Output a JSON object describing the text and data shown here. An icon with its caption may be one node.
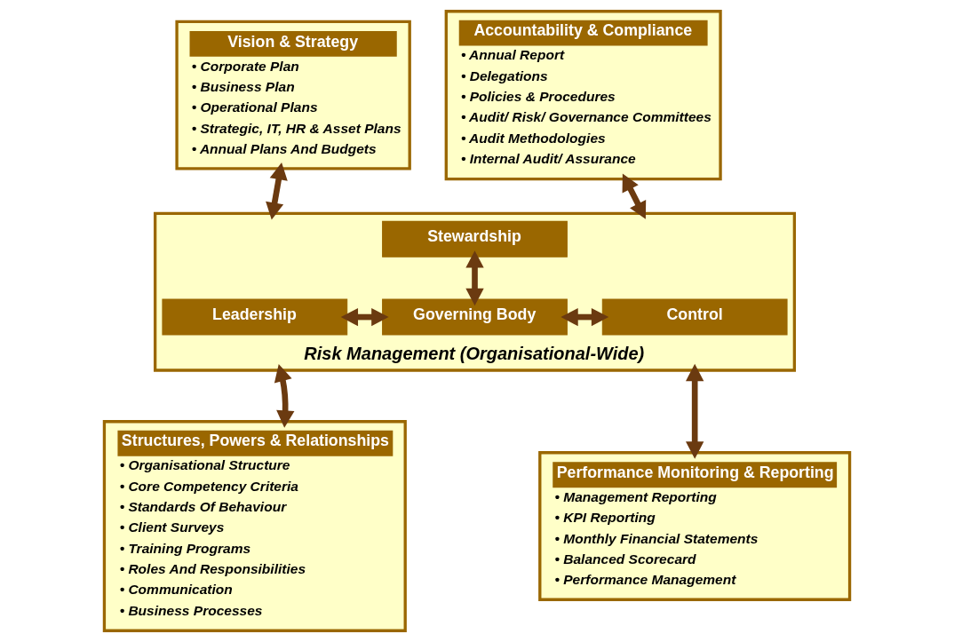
{
  "diagram": {
    "nodes": [
      {
        "text": [
          "Vision & Strategy",
          "• Corporate Plan",
          "• Business Plan",
          "• Operational Plans",
          "• Strategic, IT, HR & Asset Plans",
          "• Annual Plans And Budgets"
        ]
      },
      {
        "text": [
          "Accountability & Compliance",
          "• Annual Report",
          "• Delegations",
          "• Policies & Procedures",
          "• Audit/ Risk/ Governance Committees",
          "• Audit Methodologies",
          "• Internal Audit/ Assurance"
        ]
      },
      {
        "text": [
          "Risk Management (Organisational-Wide)"
        ]
      },
      {
        "text": [
          "Stewardship"
        ],
        "in": 2
      },
      {
        "text": [
          "Leadership"
        ],
        "in": 2
      },
      {
        "text": [
          "Governing Body"
        ],
        "in": 2
      },
      {
        "text": [
          "Control"
        ],
        "in": 2
      },
      {
        "text": [
          "Structures, Powers & Relationships",
          "• Organisational Structure",
          "• Core Competency Criteria",
          "• Standards Of Behaviour",
          "• Client Surveys",
          "• Training Programs",
          "• Roles And Responsibilities",
          "• Communication",
          "• Business Processes"
        ]
      },
      {
        "text": [
          "Performance Monitoring & Reporting",
          "• Management Reporting",
          "• KPI Reporting",
          "• Monthly Financial Statements",
          "• Balanced Scorecard",
          "• Performance Management"
        ]
      }
    ],
    "edges": [
      {
        "from": 0,
        "to": 2,
        "arrow": "both"
      },
      {
        "from": 1,
        "to": 2,
        "arrow": "both"
      },
      {
        "from": 3,
        "to": 5,
        "arrow": "both"
      },
      {
        "from": 4,
        "to": 5,
        "arrow": "both"
      },
      {
        "from": 5,
        "to": 6,
        "arrow": "both"
      },
      {
        "from": 7,
        "to": 2,
        "arrow": "both"
      },
      {
        "from": 8,
        "to": 2,
        "arrow": "both"
      }
    ]
  }
}
